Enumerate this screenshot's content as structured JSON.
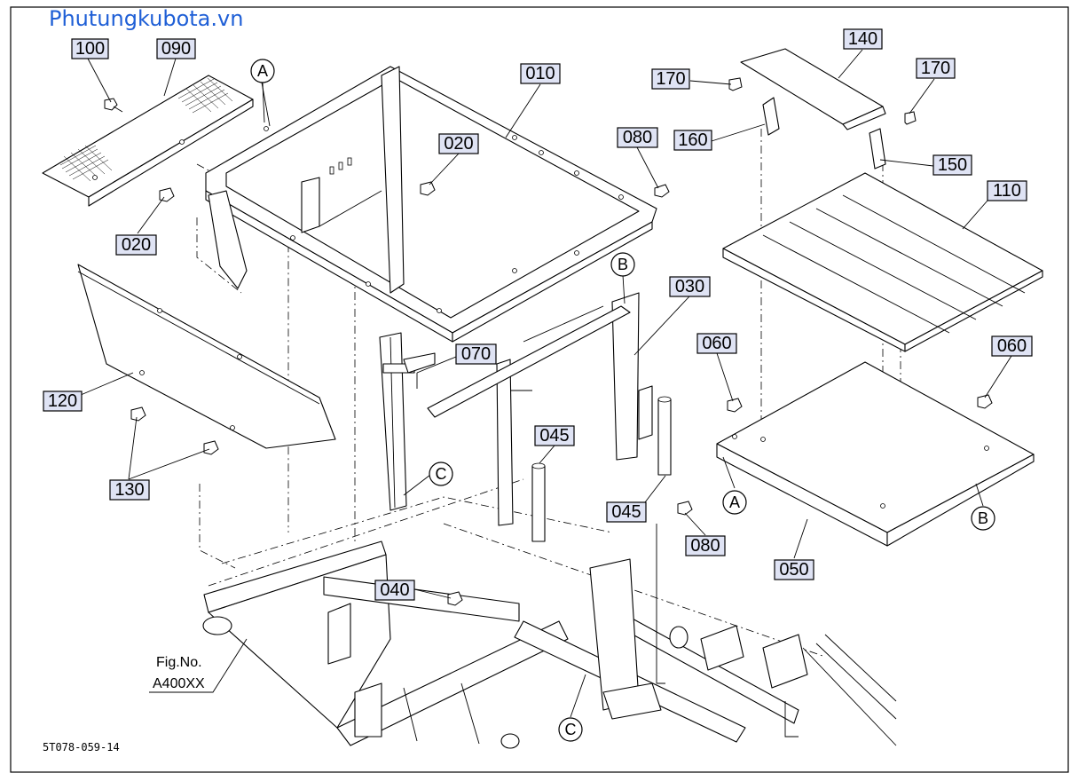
{
  "watermark": "Phutungkubota.vn",
  "figure_ref": {
    "line1": "Fig.No.",
    "line2": "A400XX"
  },
  "drawing_code": "5T078-059-14",
  "colors": {
    "watermark": "#1f5fd6",
    "label_fill": "#dfe3f4",
    "line": "#000000"
  },
  "part_labels": {
    "p100": "100",
    "p090": "090",
    "p010": "010",
    "p020_top": "020",
    "p020_left": "020",
    "p080_top": "080",
    "p170_left": "170",
    "p140": "140",
    "p170_right": "170",
    "p160": "160",
    "p150": "150",
    "p110": "110",
    "p030": "030",
    "p070": "070",
    "p120": "120",
    "p060_left": "060",
    "p060_right": "060",
    "p045_mid": "045",
    "p045_right": "045",
    "p130": "130",
    "p080_bottom": "080",
    "p040": "040",
    "p050": "050"
  },
  "ref_markers": {
    "a_top": "A",
    "b_top": "B",
    "c_mid": "C",
    "a_bottom": "A",
    "b_bottom": "B",
    "c_bottom": "C"
  }
}
